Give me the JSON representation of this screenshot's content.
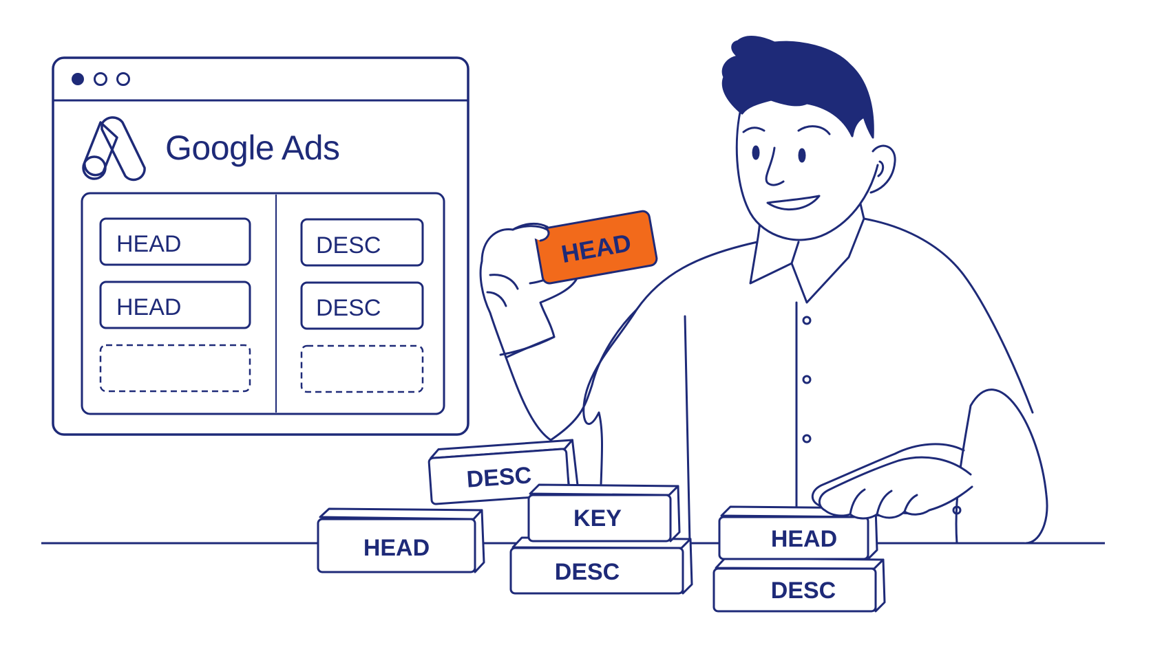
{
  "colors": {
    "ink": "#1e2a78",
    "accent": "#f26a1b",
    "background": "#ffffff"
  },
  "browser_window": {
    "brand": "Google Ads",
    "logo_icon": "google-ads-logo-icon",
    "headline_slots": [
      "HEAD",
      "HEAD",
      ""
    ],
    "description_slots": [
      "DESC",
      "DESC",
      ""
    ]
  },
  "held_block": {
    "label": "HEAD"
  },
  "blocks": {
    "left_head": "HEAD",
    "top_desc": "DESC",
    "key": "KEY",
    "center_desc": "DESC",
    "right_head": "HEAD",
    "right_desc": "DESC"
  }
}
